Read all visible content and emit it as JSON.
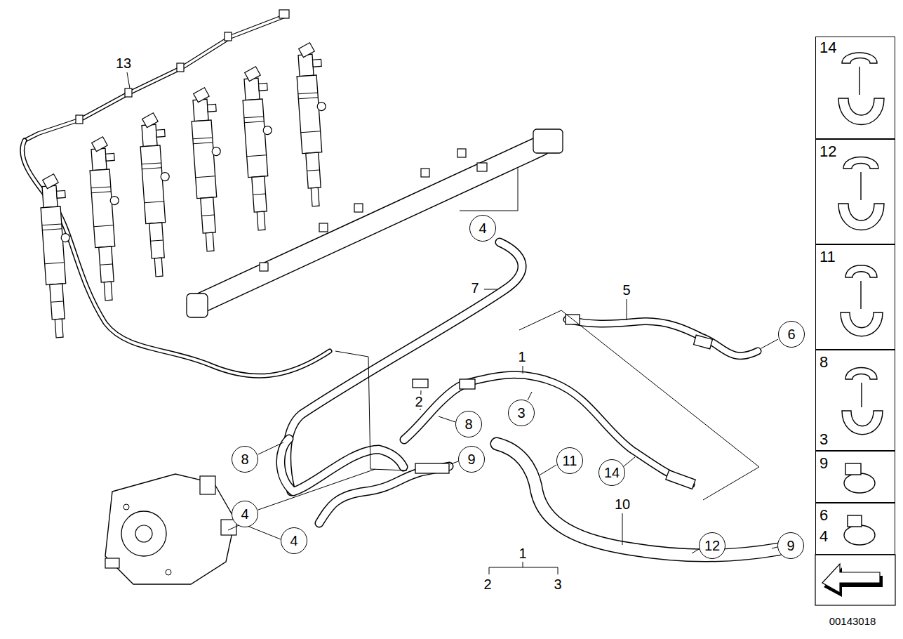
{
  "diagram": {
    "nodes": [
      {
        "text": [
          "4"
        ]
      },
      {
        "text": [
          "6"
        ]
      },
      {
        "text": [
          "3"
        ]
      },
      {
        "text": [
          "8"
        ]
      },
      {
        "text": [
          "8"
        ]
      },
      {
        "text": [
          "9"
        ]
      },
      {
        "text": [
          "11"
        ]
      },
      {
        "text": [
          "14"
        ]
      },
      {
        "text": [
          "4"
        ]
      },
      {
        "text": [
          "4"
        ]
      },
      {
        "text": [
          "12"
        ]
      },
      {
        "text": [
          "9"
        ]
      },
      {
        "text": [
          "14"
        ]
      },
      {
        "text": [
          "12"
        ]
      },
      {
        "text": [
          "11"
        ]
      },
      {
        "text": [
          "8",
          "3"
        ]
      },
      {
        "text": [
          "9"
        ]
      },
      {
        "text": [
          "6",
          "4"
        ]
      }
    ],
    "labels": [
      "13",
      "7",
      "5",
      "1",
      "2",
      "10",
      "1",
      "2",
      "3",
      "00143018"
    ]
  }
}
